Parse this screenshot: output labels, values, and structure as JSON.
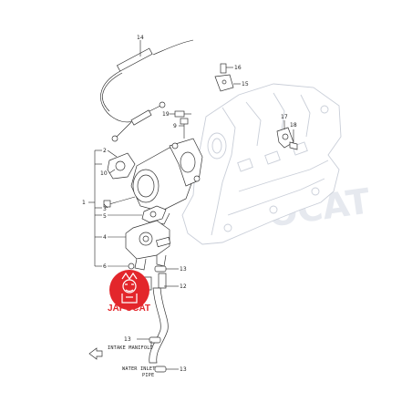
{
  "callouts": {
    "c1": "1",
    "c2": "2",
    "c3": "3",
    "c4": "4",
    "c5": "5",
    "c6": "6",
    "c9": "9",
    "c10": "10",
    "c12": "12",
    "c13a": "13",
    "c13b": "13",
    "c13c": "13",
    "c14": "14",
    "c15": "15",
    "c16": "16",
    "c17": "17",
    "c18": "18",
    "c19": "19"
  },
  "notes": {
    "intake_manifold": "INTAKE MANIFOLD",
    "water_inlet_line1": "WATER INLET",
    "water_inlet_line2": "PIPE"
  },
  "watermark": "JAPOCAT",
  "logo": {
    "text": "JAPOCAT",
    "color": "#e3262b"
  }
}
